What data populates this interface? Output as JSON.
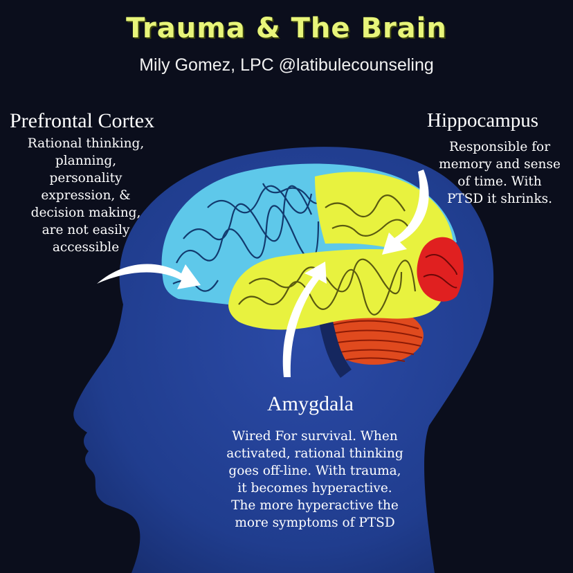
{
  "title": "Trauma & The Brain",
  "subtitle": "Mily Gomez, LPC @latibulecounseling",
  "regions": {
    "prefrontal_cortex": {
      "name": "Prefrontal Cortex",
      "lines": [
        "Rational thinking,",
        "planning,",
        "personality",
        "expression, &",
        "decision making,",
        "are not easily",
        "accessible"
      ],
      "color": "#5ec8ea"
    },
    "hippocampus": {
      "name": "Hippocampus",
      "lines": [
        "Responsible for",
        "memory and sense",
        "of time. With",
        "PTSD it shrinks."
      ],
      "color": "#e8f23f"
    },
    "amygdala": {
      "name": "Amygdala",
      "lines": [
        "Wired For survival. When",
        "activated, rational thinking",
        "goes off-line. With trauma,",
        "it becomes hyperactive.",
        "The more hyperactive the",
        "more symptoms of PTSD"
      ],
      "color": "#e02020"
    }
  },
  "colors": {
    "background": "#0b0e1c",
    "head": "#1f3a8a",
    "title": "#e8f57a",
    "cerebellum": "#e04a1e",
    "arrows": "#ffffff"
  }
}
